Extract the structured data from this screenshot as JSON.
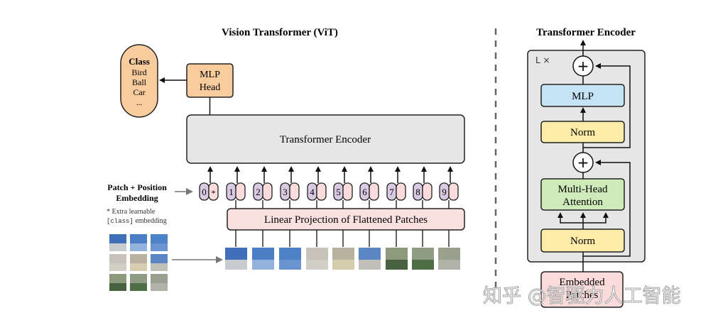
{
  "vit": {
    "title": "Vision Transformer (ViT)",
    "class_box": {
      "heading": "Class",
      "items": [
        "Bird",
        "Ball",
        "Car",
        "..."
      ]
    },
    "mlp_head": {
      "line1": "MLP",
      "line2": "Head"
    },
    "encoder_label": "Transformer Encoder",
    "patch_position": {
      "line1": "Patch + Position",
      "line2": "Embedding"
    },
    "footnote": {
      "line1": "* Extra learnable",
      "line2_code": "[class]",
      "line2_rest": " embedding"
    },
    "tokens": [
      "0",
      "1",
      "2",
      "3",
      "4",
      "5",
      "6",
      "7",
      "8",
      "9"
    ],
    "class_token_marker": "*",
    "linear_projection": "Linear Projection of Flattened Patches",
    "patch_count": 9
  },
  "encoder_detail": {
    "title": "Transformer Encoder",
    "repeat_label": "L ×",
    "plus_symbol": "+",
    "mlp": "MLP",
    "norm_top": "Norm",
    "attention": {
      "line1": "Multi-Head",
      "line2": "Attention"
    },
    "norm_bottom": "Norm",
    "embedded": {
      "line1": "Embedded",
      "line2": "Patches"
    }
  },
  "watermark": "知乎 @智驱力人工智能",
  "colors": {
    "class_fill": "#f9cc9d",
    "encoder_fill": "#e6e6e6",
    "token_position_fill": "#d9c9e2",
    "token_patch_fill": "#fbdcdc",
    "projection_fill": "#fbe0e0",
    "mlp_fill": "#c4e3f5",
    "norm_fill": "#fdeba8",
    "attention_fill": "#cdeab8",
    "embedded_fill": "#fbdada",
    "stroke": "#222222",
    "dashed_divider": "#666666"
  }
}
